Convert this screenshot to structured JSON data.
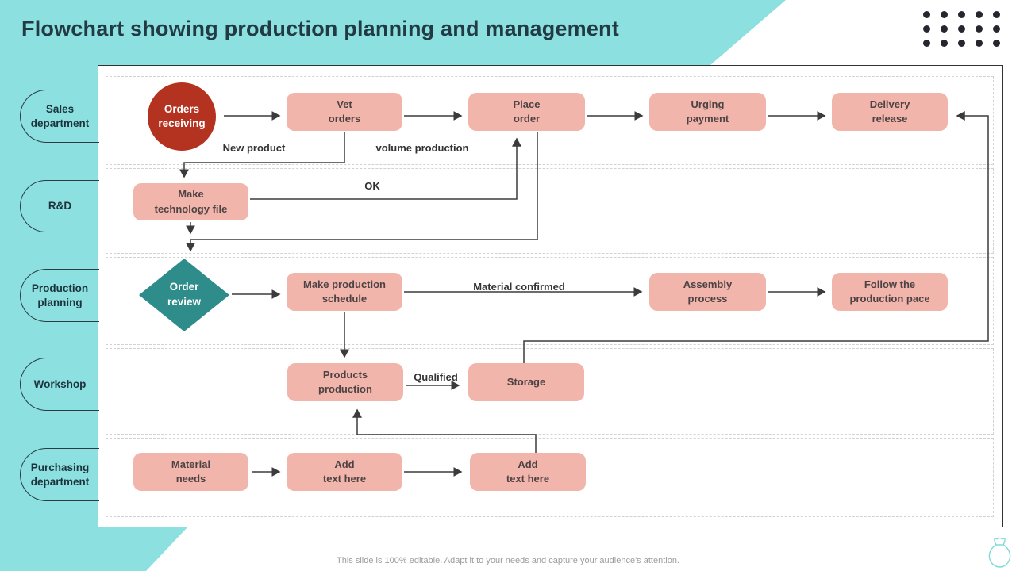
{
  "title": "Flowchart showing production planning and management",
  "footer": "This slide is 100% editable. Adapt it to your needs and capture your audience's attention.",
  "colors": {
    "background_teal": "#8ce0df",
    "node_pink": "#f2b5ab",
    "node_red": "#b43320",
    "node_teal": "#2e8c8b",
    "connector": "#3b3b3b"
  },
  "lanes": [
    {
      "label": "Sales\ndepartment"
    },
    {
      "label": "R&D"
    },
    {
      "label": "Production\nplanning"
    },
    {
      "label": "Workshop"
    },
    {
      "label": "Purchasing\ndepartment"
    }
  ],
  "nodes": {
    "orders_receiving": {
      "label": "Orders\nreceiving"
    },
    "vet_orders": {
      "label": "Vet\norders"
    },
    "place_order": {
      "label": "Place\norder"
    },
    "urging_payment": {
      "label": "Urging\npayment"
    },
    "delivery_release": {
      "label": "Delivery\nrelease"
    },
    "make_technology_file": {
      "label": "Make\ntechnology file"
    },
    "order_review": {
      "label": "Order\nreview"
    },
    "make_production_schedule": {
      "label": "Make production\nschedule"
    },
    "assembly_process": {
      "label": "Assembly\nprocess"
    },
    "follow_production_pace": {
      "label": "Follow the\nproduction pace"
    },
    "products_production": {
      "label": "Products\nproduction"
    },
    "storage": {
      "label": "Storage"
    },
    "material_needs": {
      "label": "Material\nneeds"
    },
    "add_text_1": {
      "label": "Add\ntext here"
    },
    "add_text_2": {
      "label": "Add\ntext here"
    }
  },
  "edge_labels": {
    "new_product": "New product",
    "volume_production": "volume production",
    "ok": "OK",
    "material_confirmed": "Material confirmed",
    "qualified": "Qualified"
  }
}
